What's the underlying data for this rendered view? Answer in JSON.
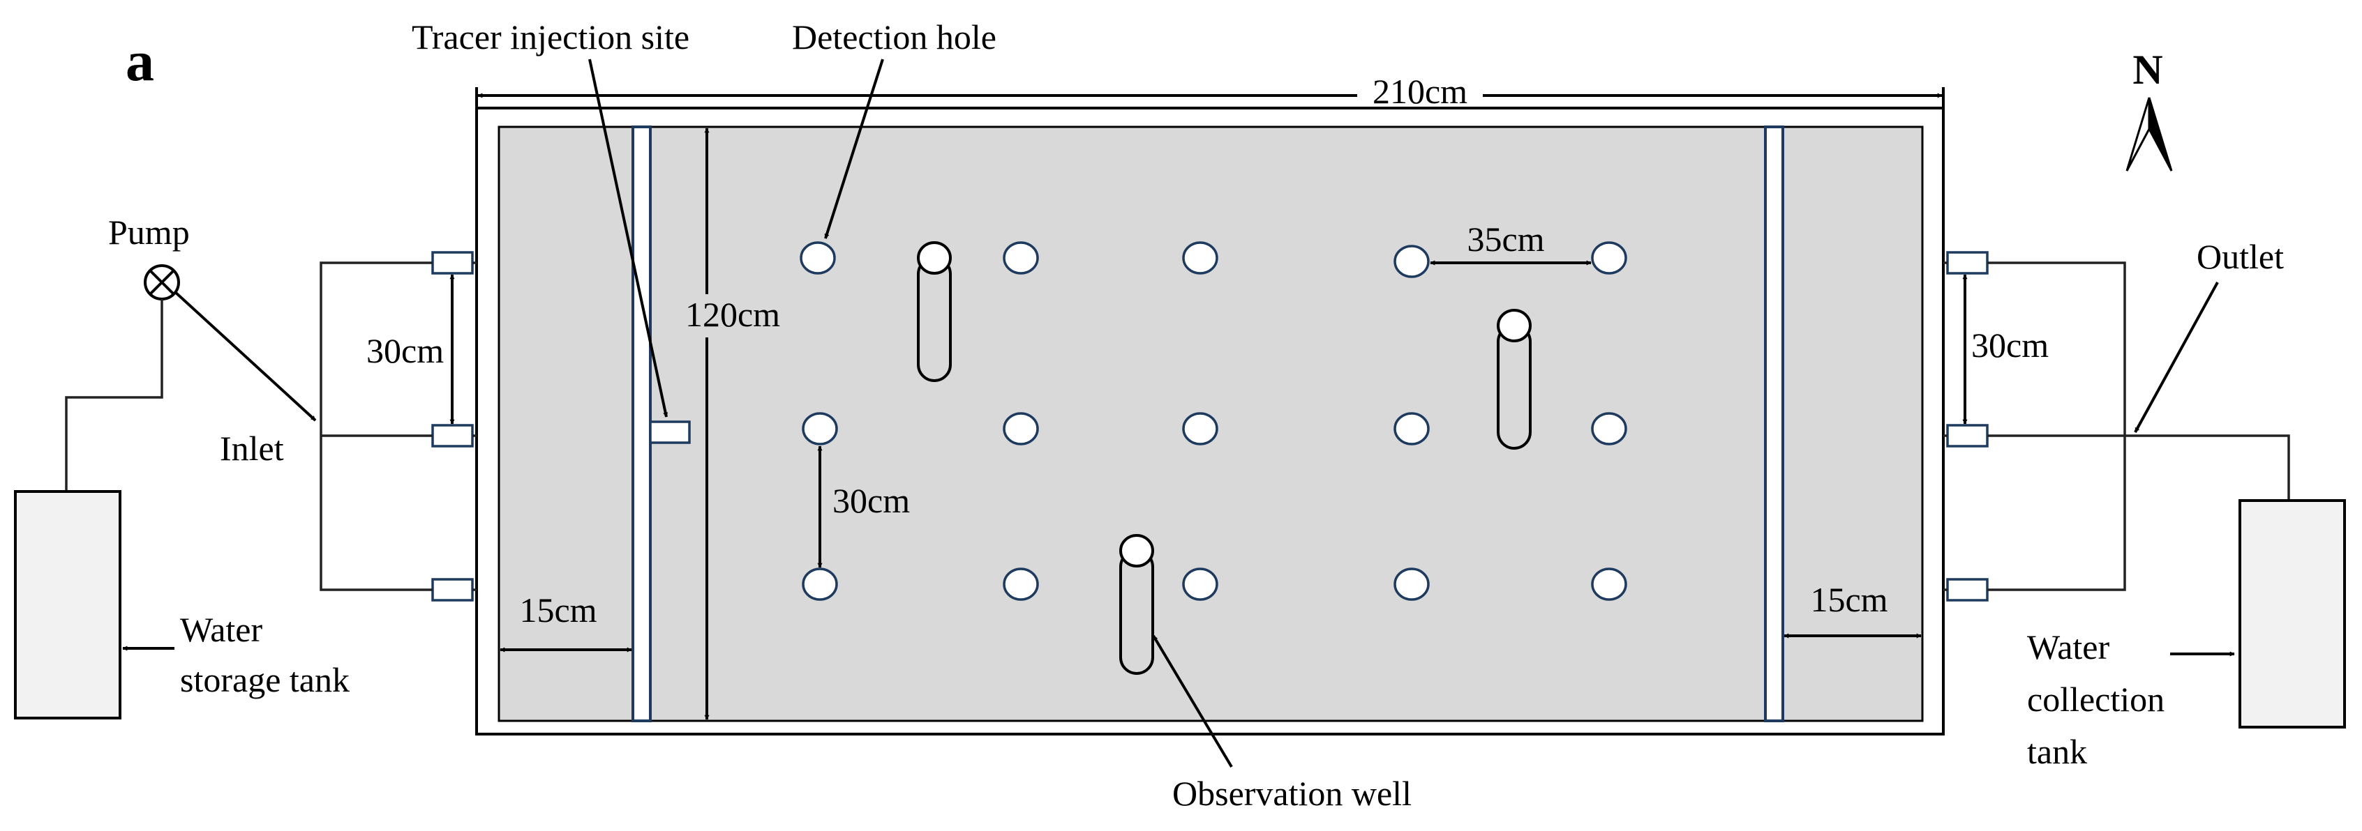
{
  "panel_letter": "a",
  "north_label": "N",
  "labels": {
    "tracer_injection_site": "Tracer injection site",
    "detection_hole": "Detection hole",
    "length": "210cm",
    "width": "120cm",
    "hole_spacing_x": "35cm",
    "hole_spacing_y": "30cm",
    "inlet_spacing": "30cm",
    "outlet_spacing": "30cm",
    "buffer_left": "15cm",
    "buffer_right": "15cm",
    "pump": "Pump",
    "inlet": "Inlet",
    "outlet": "Outlet",
    "observation_well": "Observation well",
    "water_storage_tank": [
      "Water",
      "storage tank"
    ],
    "water_collection_tank": [
      "Water",
      "collection",
      "tank"
    ]
  },
  "colors": {
    "sand": "#d9d9d9",
    "outline": "#000000",
    "hole_stroke": "#1f3a5f",
    "tank_fill": "#f2f2f2"
  },
  "icons": [
    "pump-icon",
    "north-arrow-icon"
  ]
}
